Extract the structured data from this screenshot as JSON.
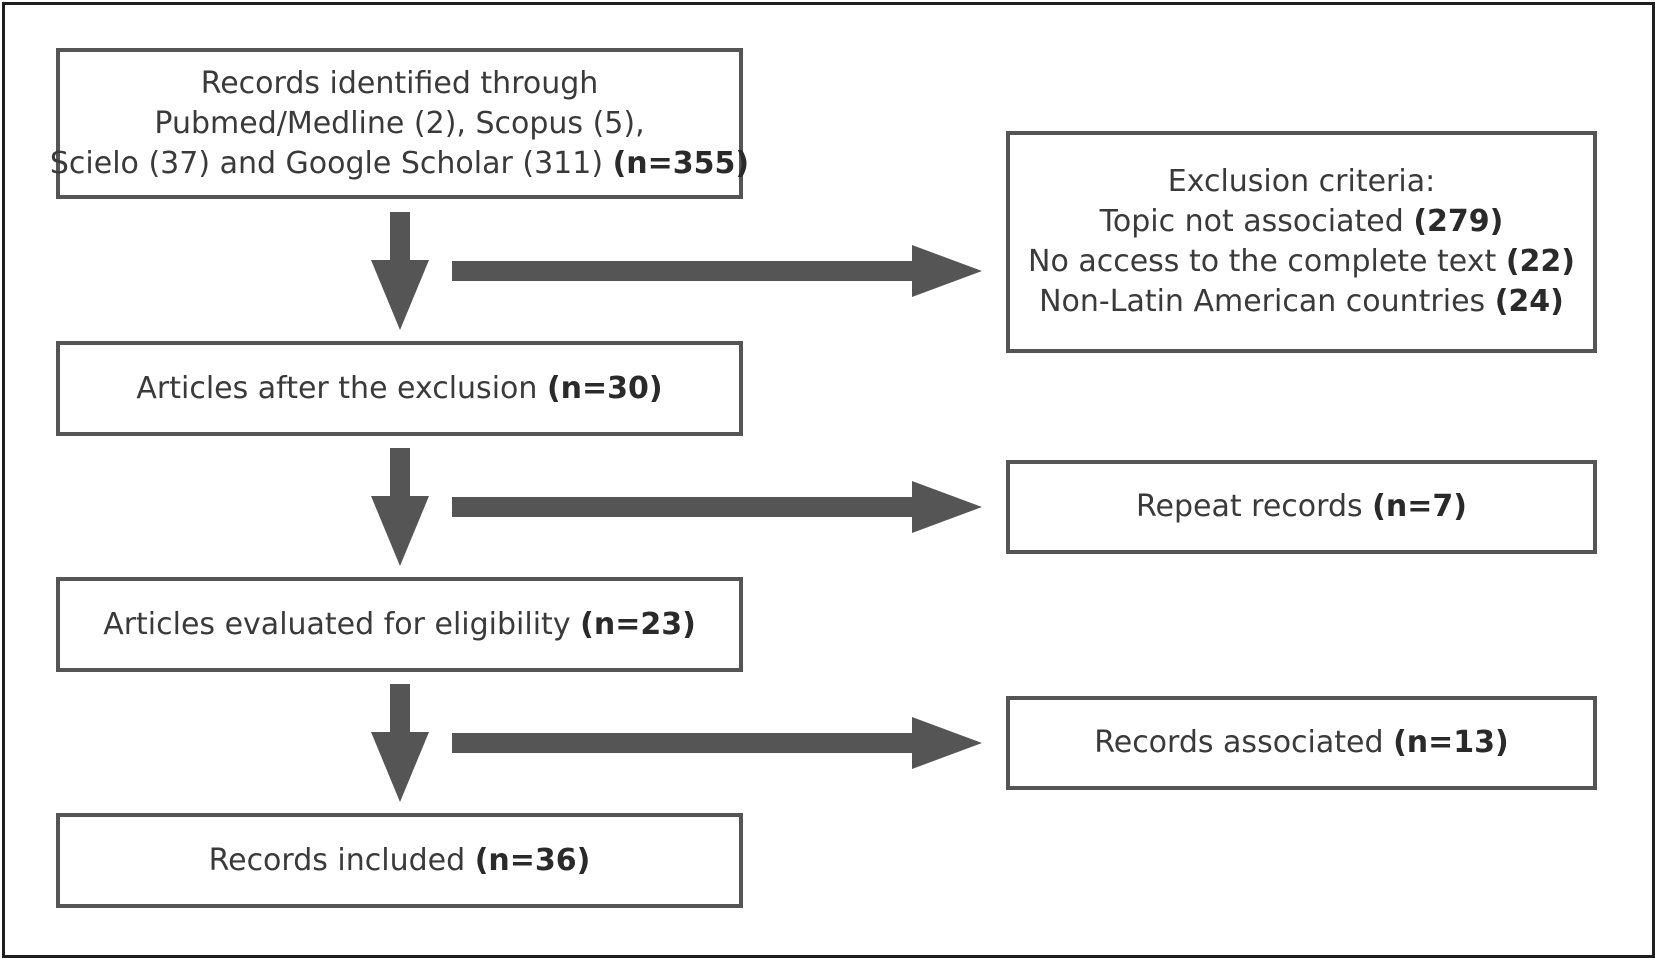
{
  "colors": {
    "border": "#555555",
    "arrow": "#555555",
    "frame": "#1e1e1e",
    "text": "#3a3a3a"
  },
  "flow": {
    "identified": {
      "line1": "Records identified through",
      "line2": "Pubmed/Medline (2), Scopus (5),",
      "line3_text": "Scielo (37) and Google Scholar (311)",
      "line3_count": "(n=355)"
    },
    "after_exclusion": {
      "text": "Articles after the exclusion",
      "count": "(n=30)"
    },
    "eligibility": {
      "text": "Articles evaluated for eligibility",
      "count": "(n=23)"
    },
    "included": {
      "text": "Records included",
      "count": "(n=36)"
    }
  },
  "side": {
    "exclusion": {
      "title": "Exclusion criteria:",
      "items": [
        {
          "text": "Topic not associated",
          "count": "(279)"
        },
        {
          "text": "No access to the complete text",
          "count": "(22)"
        },
        {
          "text": "Non-Latin American countries",
          "count": "(24)"
        }
      ]
    },
    "repeat": {
      "text": "Repeat records",
      "count": "(n=7)"
    },
    "associated": {
      "text": "Records associated",
      "count": "(n=13)"
    }
  }
}
